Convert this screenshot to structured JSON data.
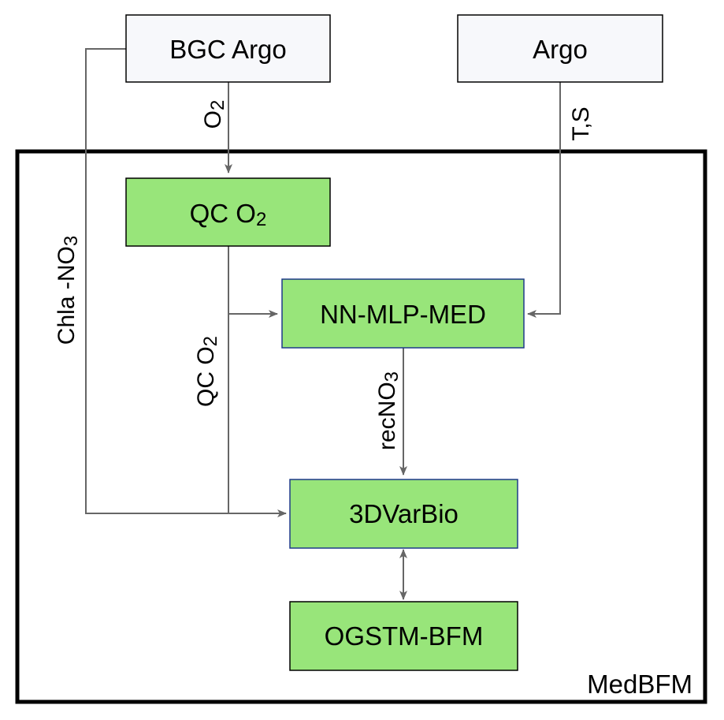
{
  "diagram": {
    "container": {
      "label": "MedBFM"
    },
    "nodes": {
      "bgc_argo": {
        "label": "BGC Argo",
        "fill": "#f7f8fb",
        "stroke": "#000000"
      },
      "argo": {
        "label": "Argo",
        "fill": "#f7f8fb",
        "stroke": "#000000"
      },
      "qc_o2": {
        "label_main": "QC O",
        "label_sub": "2",
        "fill": "#98e57a",
        "stroke": "#000000"
      },
      "nn_mlp_med": {
        "label": "NN-MLP-MED",
        "fill": "#98e57a",
        "stroke": "#1f3a8a"
      },
      "var_bio": {
        "label": "3DVarBio",
        "fill": "#98e57a",
        "stroke": "#1f3a8a"
      },
      "ogstm_bfm": {
        "label": "OGSTM-BFM",
        "fill": "#98e57a",
        "stroke": "#000000"
      }
    },
    "edges": {
      "o2": {
        "label_main": "O",
        "label_sub": "2"
      },
      "ts": {
        "label": "T,S"
      },
      "chla_no3": {
        "label_main": "Chla -NO",
        "label_sub": "3"
      },
      "qc_o2": {
        "label_main": "QC O",
        "label_sub": "2"
      },
      "rec_no3": {
        "label_main": "recNO",
        "label_sub": "3"
      }
    },
    "colors": {
      "arrow": "#666666",
      "frame": "#000000"
    }
  }
}
